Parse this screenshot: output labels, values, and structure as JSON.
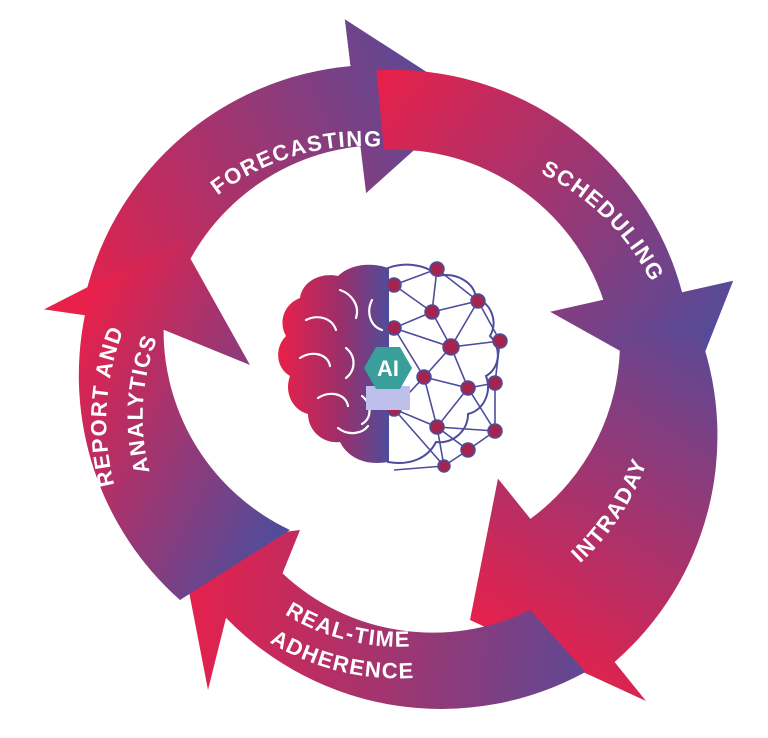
{
  "diagram": {
    "segments": [
      {
        "id": "forecasting",
        "label": "FORECASTING"
      },
      {
        "id": "scheduling",
        "label": "SCHEDULING"
      },
      {
        "id": "intraday",
        "label": "INTRADAY"
      },
      {
        "id": "real-time-adherence",
        "label_lines": [
          "REAL-TIME",
          "ADHERENCE"
        ]
      },
      {
        "id": "report-and-analytics",
        "label_lines": [
          "REPORT AND",
          "ANALYTICS"
        ]
      }
    ],
    "center": {
      "badge": "AI",
      "icon": "brain-network-icon"
    },
    "colors": {
      "gradient_start": "#e8204a",
      "gradient_end": "#4e4d9c",
      "badge": "#3a9e9a",
      "network_node": "#a3254f",
      "brain_mid": "#9b2f6a"
    }
  }
}
